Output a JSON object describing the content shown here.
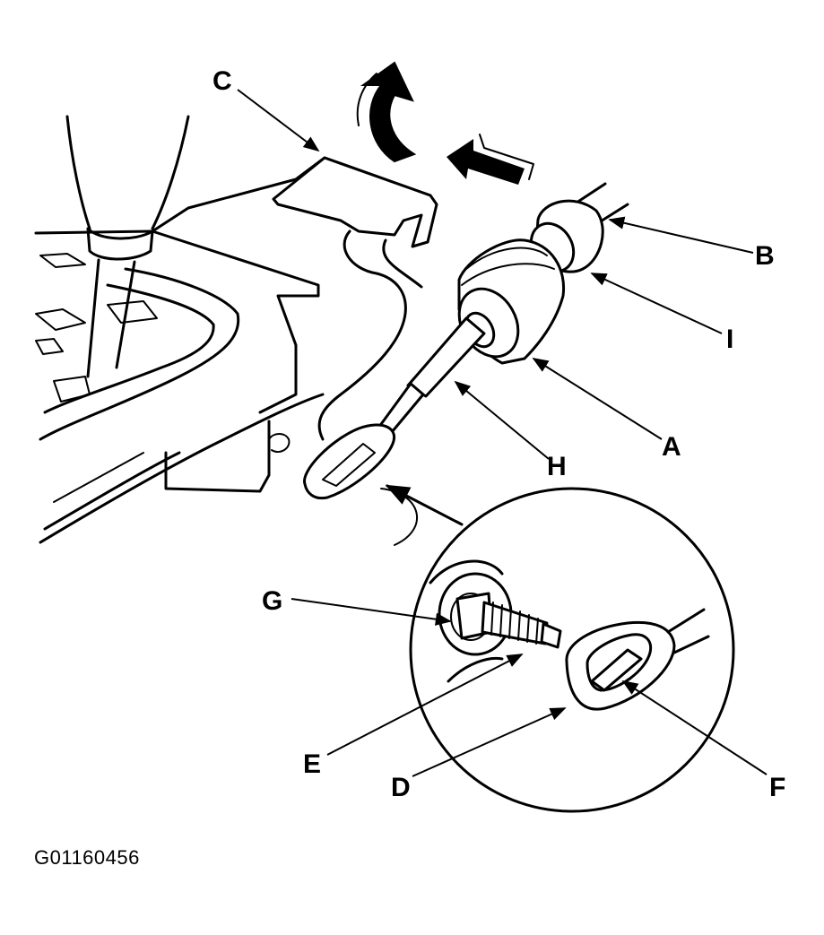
{
  "figure": {
    "id_text": "G01160456",
    "labels": {
      "A": "A",
      "B": "B",
      "C": "C",
      "D": "D",
      "E": "E",
      "F": "F",
      "G": "G",
      "H": "H",
      "I": "I"
    }
  },
  "colors": {
    "line": "#000000",
    "background": "#ffffff"
  }
}
